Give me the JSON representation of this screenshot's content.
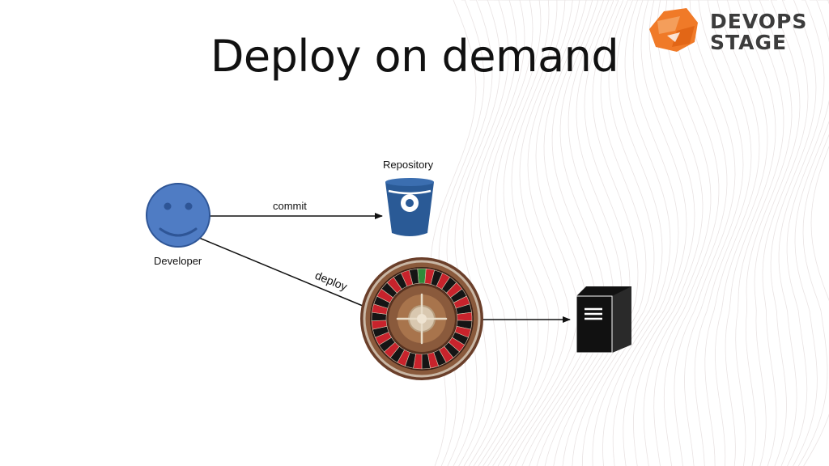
{
  "slide": {
    "title": "Deploy on demand"
  },
  "logo": {
    "line1": "DEVOPS",
    "line2": "STAGE",
    "brand_color": "#f07a28",
    "text_color": "#3c3c3c"
  },
  "diagram": {
    "nodes": {
      "developer": {
        "label": "Developer",
        "icon": "smiley-face-icon",
        "color": "#4f7cc4"
      },
      "repository": {
        "label": "Repository",
        "icon": "bucket-icon",
        "color": "#2a5a96"
      },
      "roulette": {
        "icon": "roulette-wheel-icon"
      },
      "server": {
        "icon": "server-tower-icon",
        "color": "#111111"
      }
    },
    "edges": {
      "commit": {
        "label": "commit"
      },
      "deploy": {
        "label": "deploy"
      },
      "to_server": {
        "label": ""
      }
    }
  }
}
